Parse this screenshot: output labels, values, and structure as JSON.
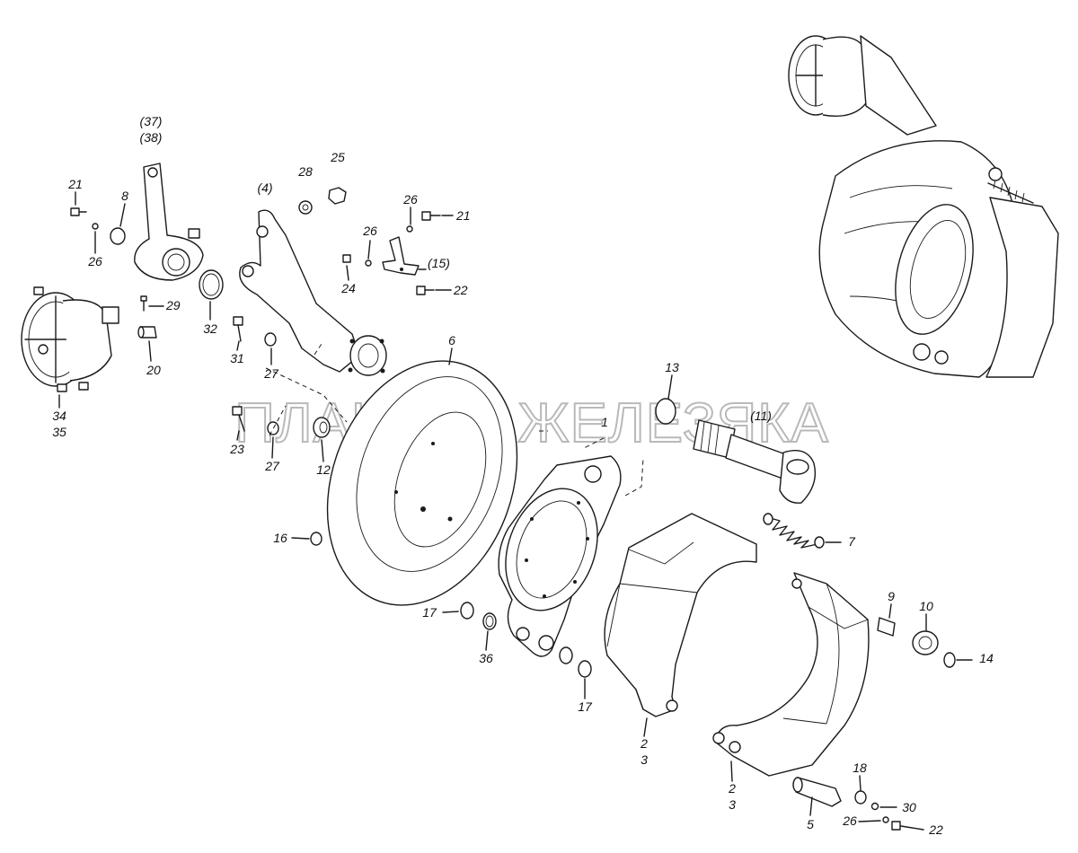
{
  "watermark": "ПЛАНЕТА ЖЕЛЕЗЯКА",
  "labels": {
    "l37": "(37)",
    "l38": "(38)",
    "l4": "(4)",
    "l28": "28",
    "l25": "25",
    "l21a": "21",
    "l8": "8",
    "l26a": "26",
    "l26b": "26",
    "l26c": "26",
    "l21b": "21",
    "l15": "(15)",
    "l24": "24",
    "l22a": "22",
    "l29": "29",
    "l32": "32",
    "l31": "31",
    "l20": "20",
    "l27a": "27",
    "l27b": "27",
    "l34": "34",
    "l35": "35",
    "l23": "23",
    "l12": "12",
    "l6": "6",
    "l13": "13",
    "l1": "1",
    "l11": "(11)",
    "l16": "16",
    "l7": "7",
    "l9": "9",
    "l10": "10",
    "l14": "14",
    "l17a": "17",
    "l17b": "17",
    "l36": "36",
    "l2a": "2",
    "l3a": "3",
    "l2b": "2",
    "l3b": "3",
    "l18": "18",
    "l30": "30",
    "l26d": "26",
    "l22b": "22",
    "l5": "5"
  }
}
